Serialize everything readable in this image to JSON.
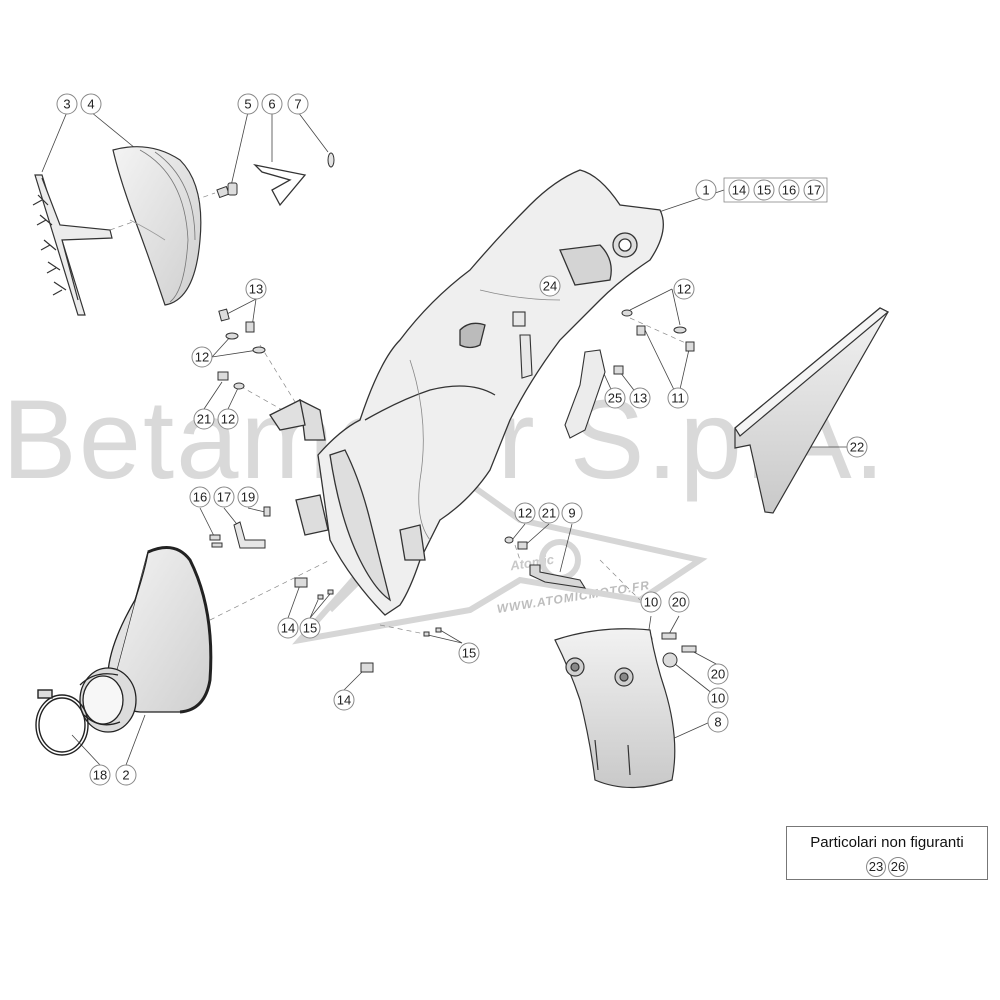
{
  "watermark": {
    "main": "Betamotor S.p.A.",
    "site": "WWW.ATOMICMOTO.FR",
    "logo_text": "Atomic"
  },
  "colors": {
    "line": "#333333",
    "callout_border": "#888888",
    "watermark": "#d9d9d9"
  },
  "callouts": [
    {
      "id": "c3",
      "label": "3"
    },
    {
      "id": "c4",
      "label": "4"
    },
    {
      "id": "c5",
      "label": "5"
    },
    {
      "id": "c6",
      "label": "6"
    },
    {
      "id": "c7",
      "label": "7"
    },
    {
      "id": "c1",
      "label": "1"
    },
    {
      "id": "c14a",
      "label": "14"
    },
    {
      "id": "c15a",
      "label": "15"
    },
    {
      "id": "c16a",
      "label": "16"
    },
    {
      "id": "c17a",
      "label": "17"
    },
    {
      "id": "c13a",
      "label": "13"
    },
    {
      "id": "c12a",
      "label": "12"
    },
    {
      "id": "c21a",
      "label": "21"
    },
    {
      "id": "c12b",
      "label": "12"
    },
    {
      "id": "c24",
      "label": "24"
    },
    {
      "id": "c12c",
      "label": "12"
    },
    {
      "id": "c25",
      "label": "25"
    },
    {
      "id": "c13b",
      "label": "13"
    },
    {
      "id": "c11",
      "label": "11"
    },
    {
      "id": "c22",
      "label": "22"
    },
    {
      "id": "c16b",
      "label": "16"
    },
    {
      "id": "c17b",
      "label": "17"
    },
    {
      "id": "c19",
      "label": "19"
    },
    {
      "id": "c12d",
      "label": "12"
    },
    {
      "id": "c21b",
      "label": "21"
    },
    {
      "id": "c9",
      "label": "9"
    },
    {
      "id": "c14b",
      "label": "14"
    },
    {
      "id": "c15b",
      "label": "15"
    },
    {
      "id": "c15c",
      "label": "15"
    },
    {
      "id": "c14c",
      "label": "14"
    },
    {
      "id": "c10a",
      "label": "10"
    },
    {
      "id": "c20a",
      "label": "20"
    },
    {
      "id": "c20b",
      "label": "20"
    },
    {
      "id": "c10b",
      "label": "10"
    },
    {
      "id": "c8",
      "label": "8"
    },
    {
      "id": "c18",
      "label": "18"
    },
    {
      "id": "c2",
      "label": "2"
    }
  ],
  "note": {
    "title": "Particolari non figuranti",
    "items": [
      "23",
      "26"
    ]
  }
}
